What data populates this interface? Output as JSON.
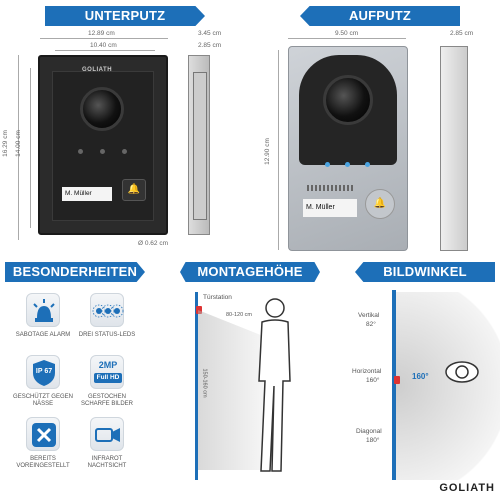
{
  "sections": {
    "unterputz": "UNTERPUTZ",
    "aufputz": "AUFPUTZ",
    "besonderheiten": "BESONDERHEITEN",
    "montagehoehe": "MONTAGEHÖHE",
    "bildwinkel": "BILDWINKEL"
  },
  "unterputz": {
    "width_outer": "12.89 cm",
    "width_inner": "10.40 cm",
    "height_outer": "16.29 cm",
    "height_inner": "14.00 cm",
    "depth_outer": "3.45 cm",
    "depth_inner": "2.85 cm",
    "hole": "Ø 0.62 cm",
    "brand": "GOLIATH",
    "name_plate": "M. Müller"
  },
  "aufputz": {
    "width": "9.50 cm",
    "height": "12.90 cm",
    "depth": "2.85 cm",
    "name_plate": "M. Müller"
  },
  "features": [
    {
      "icon": "siren-icon",
      "label": "SABOTAGE ALARM"
    },
    {
      "icon": "leds-icon",
      "label": "DREI STATUS-LEDS"
    },
    {
      "icon": "shield-ip67-icon",
      "label": "GESCHÜTZT GEGEN NÄSSE",
      "badge": "IP 67"
    },
    {
      "icon": "fullhd-icon",
      "label": "GESTOCHEN SCHARFE BILDER",
      "badge_top": "2MP",
      "badge_bottom": "Full HD"
    },
    {
      "icon": "tools-icon",
      "label": "BEREITS VOREINGESTELLT"
    },
    {
      "icon": "infrared-camera-icon",
      "label": "INFRAROT NACHTSICHT"
    }
  ],
  "montage": {
    "door_station": "Türstation",
    "range": "80-120 cm",
    "height": "150-160 cm"
  },
  "bildwinkel": {
    "vertical_label": "Vertikal",
    "vertical_value": "82°",
    "horizontal_label": "Horizontal",
    "horizontal_value": "160°",
    "diagonal_label": "Diagonal",
    "diagonal_value": "180°",
    "angle_badge": "160°"
  },
  "footer_brand": "GOLIATH",
  "colors": {
    "accent": "#1d6fb8",
    "panel_dark": "#2b2b2b",
    "panel_silver": "#b9bdc2"
  }
}
